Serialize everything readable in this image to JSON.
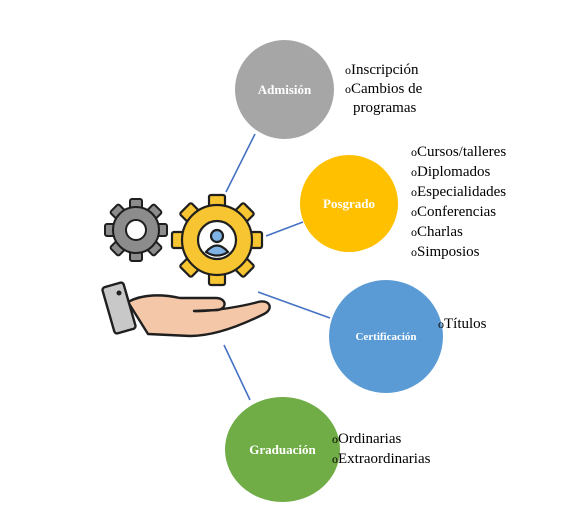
{
  "stages": [
    {
      "id": "admision",
      "label": "Admisión",
      "color": "#a6a6a6",
      "items": [
        "Inscripción",
        "Cambios de"
      ],
      "continuation": "programas"
    },
    {
      "id": "posgrado",
      "label": "Posgrado",
      "color": "#ffc000",
      "items": [
        "Cursos/talleres",
        "Diplomados",
        "Especialidades",
        "Conferencias",
        "Charlas",
        "Simposios"
      ]
    },
    {
      "id": "certificacion",
      "label": "Certificación",
      "color": "#5b9bd5",
      "items": [
        "Títulos"
      ]
    },
    {
      "id": "graduacion",
      "label": "Graduación",
      "color": "#70ad47",
      "items": [
        "Ordinarias",
        "Extraordinarias"
      ]
    }
  ],
  "bullet_symbol": "o",
  "connector_color": "#4472c4",
  "illustration_icons": [
    "gear-icon",
    "gear-user-icon",
    "open-hand-icon"
  ]
}
